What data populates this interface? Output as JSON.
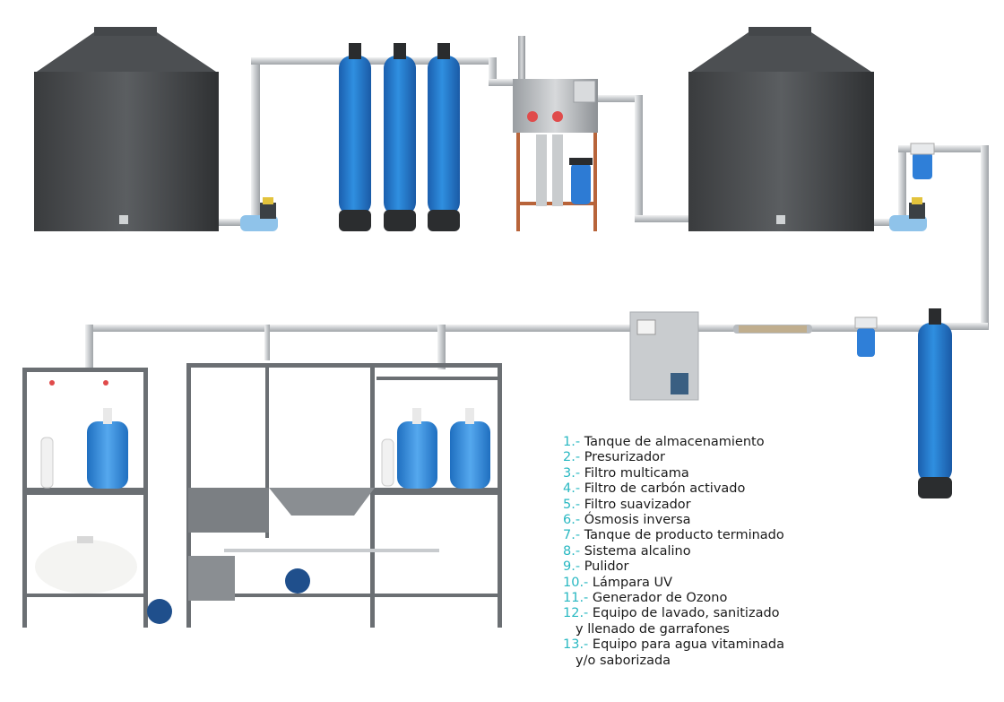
{
  "legend": [
    {
      "num": "1.-",
      "text": "Tanque de almacenamiento"
    },
    {
      "num": "2.-",
      "text": "Presurizador"
    },
    {
      "num": "3.-",
      "text": "Filtro multicama"
    },
    {
      "num": "4.-",
      "text": "Filtro de carbón activado"
    },
    {
      "num": "5.-",
      "text": "Filtro suavizador"
    },
    {
      "num": "6.-",
      "text": "Ósmosis inversa"
    },
    {
      "num": "7.-",
      "text": "Tanque de producto terminado"
    },
    {
      "num": "8.-",
      "text": "Sistema alcalino"
    },
    {
      "num": "9.-",
      "text": "Pulidor"
    },
    {
      "num": "10.-",
      "text": "Lámpara UV"
    },
    {
      "num": "11.-",
      "text": "Generador de Ozono"
    },
    {
      "num": "12.-",
      "text": "Equipo de lavado, sanitizado",
      "text2": "y llenado de garrafones"
    },
    {
      "num": "13.-",
      "text": "Equipo para agua vitaminada",
      "text2": "y/o saborizada"
    }
  ],
  "colors": {
    "legend_number": "#29b8c2",
    "legend_text": "#1a1a1a",
    "tank": "#45484b",
    "filter_blue": "#2f8fe0"
  }
}
